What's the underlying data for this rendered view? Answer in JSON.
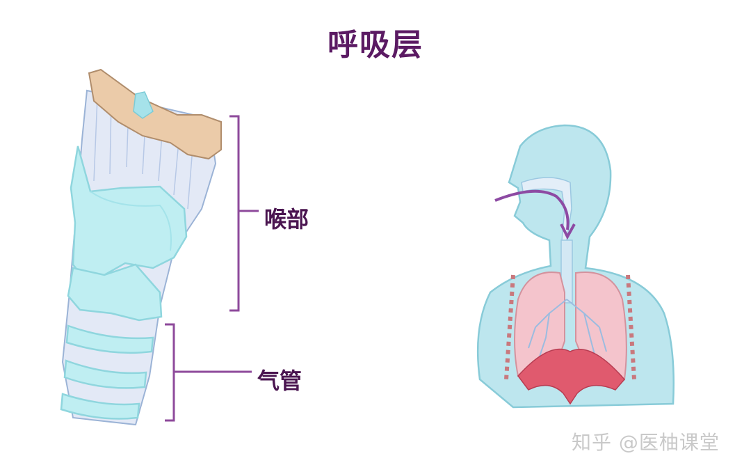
{
  "title": "呼吸层",
  "labels": {
    "larynx": "喉部",
    "trachea": "气管"
  },
  "watermark": "知乎 @医柚课堂",
  "colors": {
    "title": "#5b1a63",
    "bracket": "#8e4a9b",
    "cartilage": "#bfeef2",
    "cartilage_edge": "#8fd6de",
    "tissue": "#e6ecf7",
    "bone": "#e8c9a8",
    "body": "#bde6ee",
    "lung": "#f4c4cc",
    "diaphragm": "#e05a6e",
    "arrow": "#8d4aa3"
  }
}
